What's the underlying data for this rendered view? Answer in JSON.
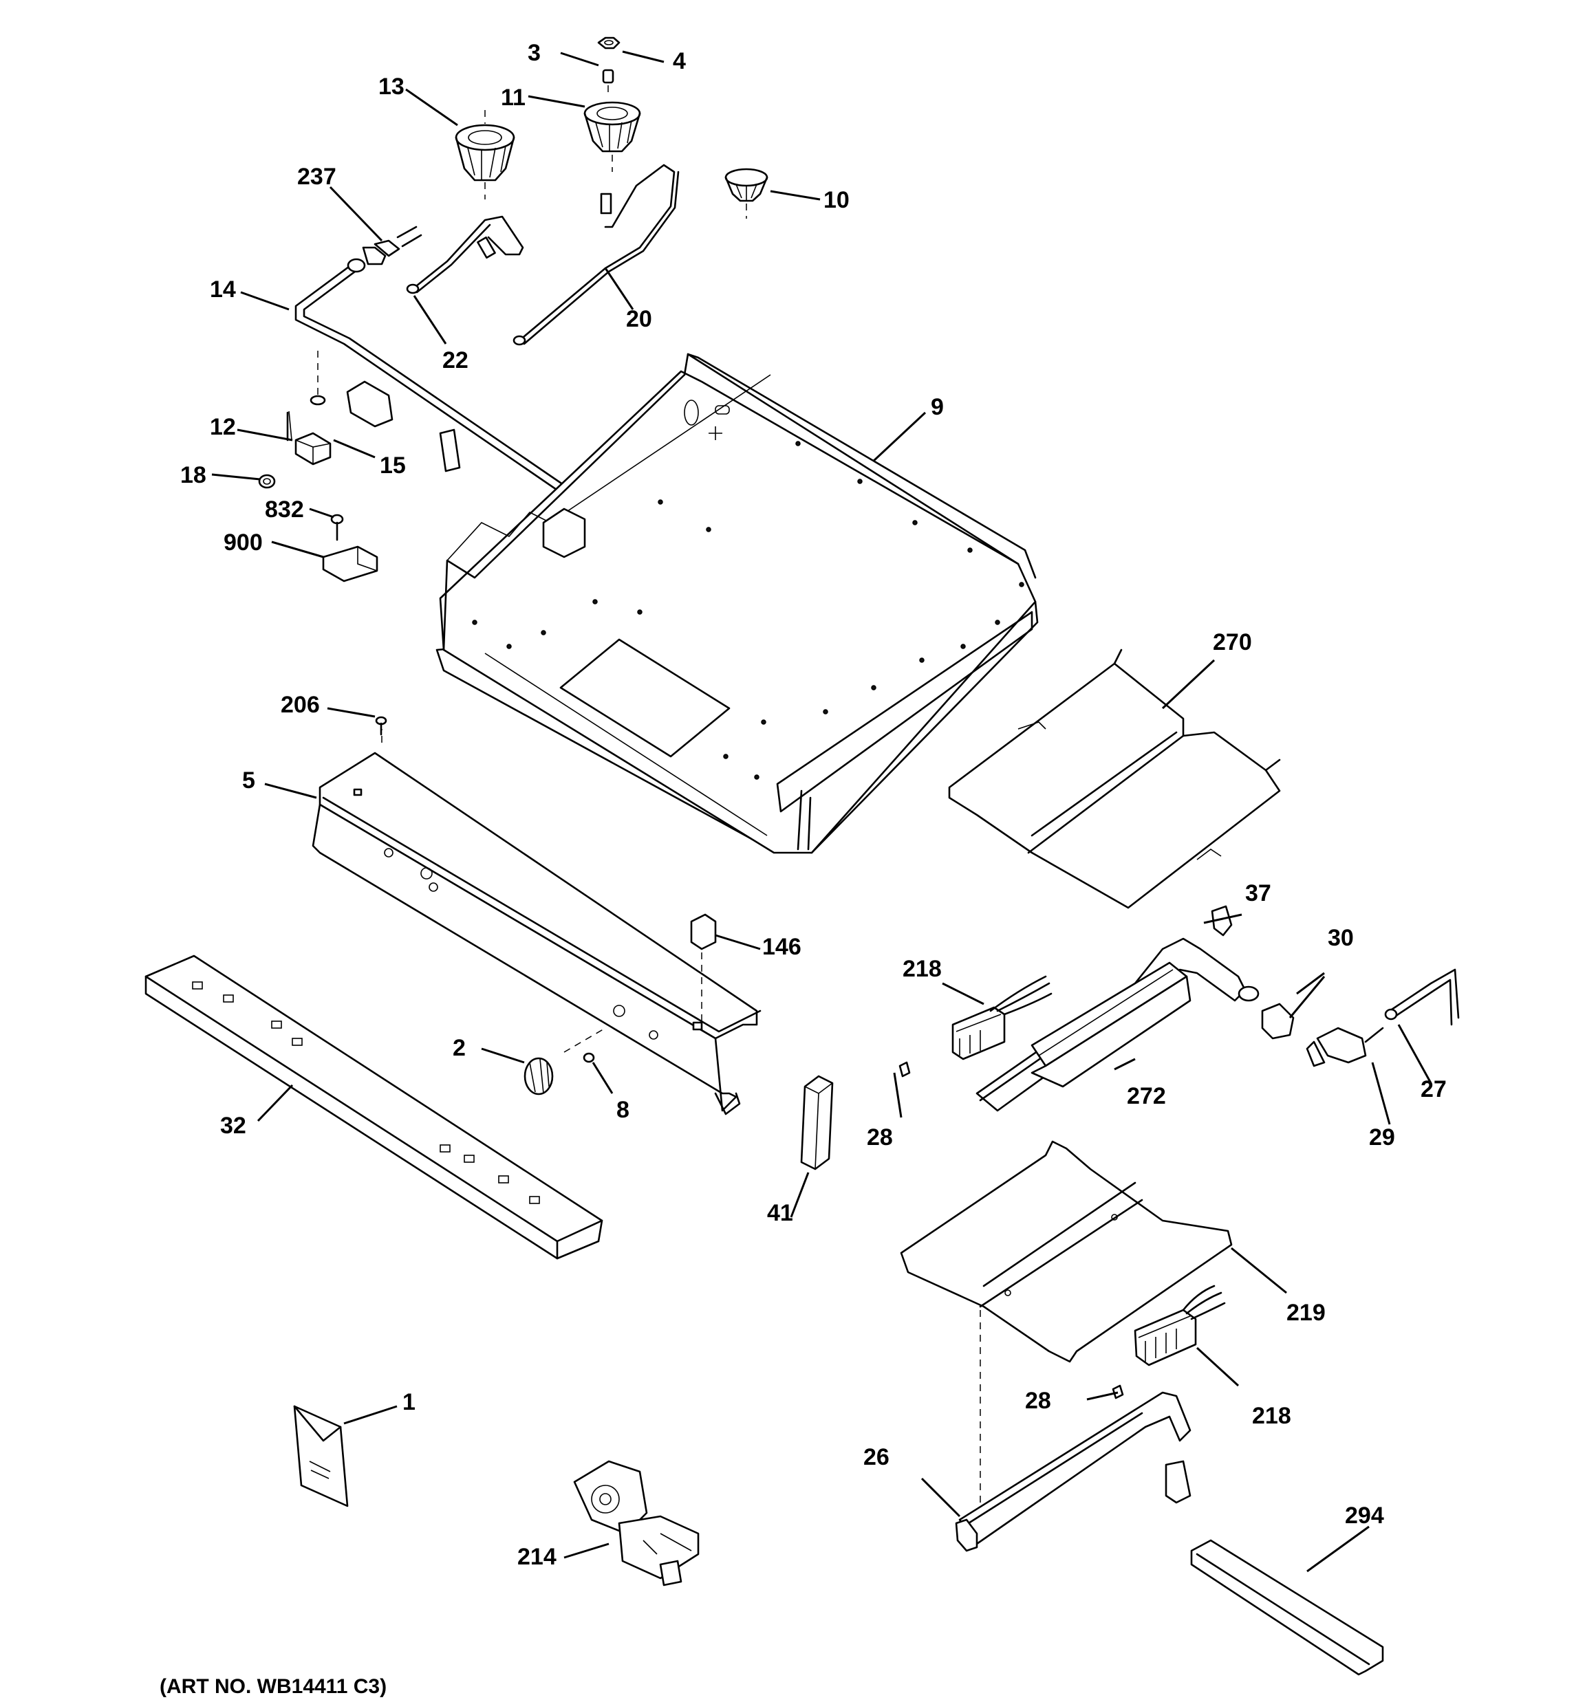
{
  "art_number": "(ART NO. WB14411 C3)",
  "callouts": [
    {
      "id": "c1",
      "text": "1"
    },
    {
      "id": "c2",
      "text": "2"
    },
    {
      "id": "c3",
      "text": "3"
    },
    {
      "id": "c4",
      "text": "4"
    },
    {
      "id": "c5",
      "text": "5"
    },
    {
      "id": "c8",
      "text": "8"
    },
    {
      "id": "c9",
      "text": "9"
    },
    {
      "id": "c10",
      "text": "10"
    },
    {
      "id": "c11",
      "text": "11"
    },
    {
      "id": "c12",
      "text": "12"
    },
    {
      "id": "c13",
      "text": "13"
    },
    {
      "id": "c14",
      "text": "14"
    },
    {
      "id": "c15",
      "text": "15"
    },
    {
      "id": "c18",
      "text": "18"
    },
    {
      "id": "c20",
      "text": "20"
    },
    {
      "id": "c22",
      "text": "22"
    },
    {
      "id": "c26",
      "text": "26"
    },
    {
      "id": "c27",
      "text": "27"
    },
    {
      "id": "c28a",
      "text": "28"
    },
    {
      "id": "c28b",
      "text": "28"
    },
    {
      "id": "c29",
      "text": "29"
    },
    {
      "id": "c30",
      "text": "30"
    },
    {
      "id": "c32",
      "text": "32"
    },
    {
      "id": "c37",
      "text": "37"
    },
    {
      "id": "c41",
      "text": "41"
    },
    {
      "id": "c146",
      "text": "146"
    },
    {
      "id": "c206",
      "text": "206"
    },
    {
      "id": "c214",
      "text": "214"
    },
    {
      "id": "c218a",
      "text": "218"
    },
    {
      "id": "c218b",
      "text": "218"
    },
    {
      "id": "c219",
      "text": "219"
    },
    {
      "id": "c237",
      "text": "237"
    },
    {
      "id": "c270",
      "text": "270"
    },
    {
      "id": "c272",
      "text": "272"
    },
    {
      "id": "c294",
      "text": "294"
    },
    {
      "id": "c832",
      "text": "832"
    },
    {
      "id": "c900",
      "text": "900"
    }
  ]
}
